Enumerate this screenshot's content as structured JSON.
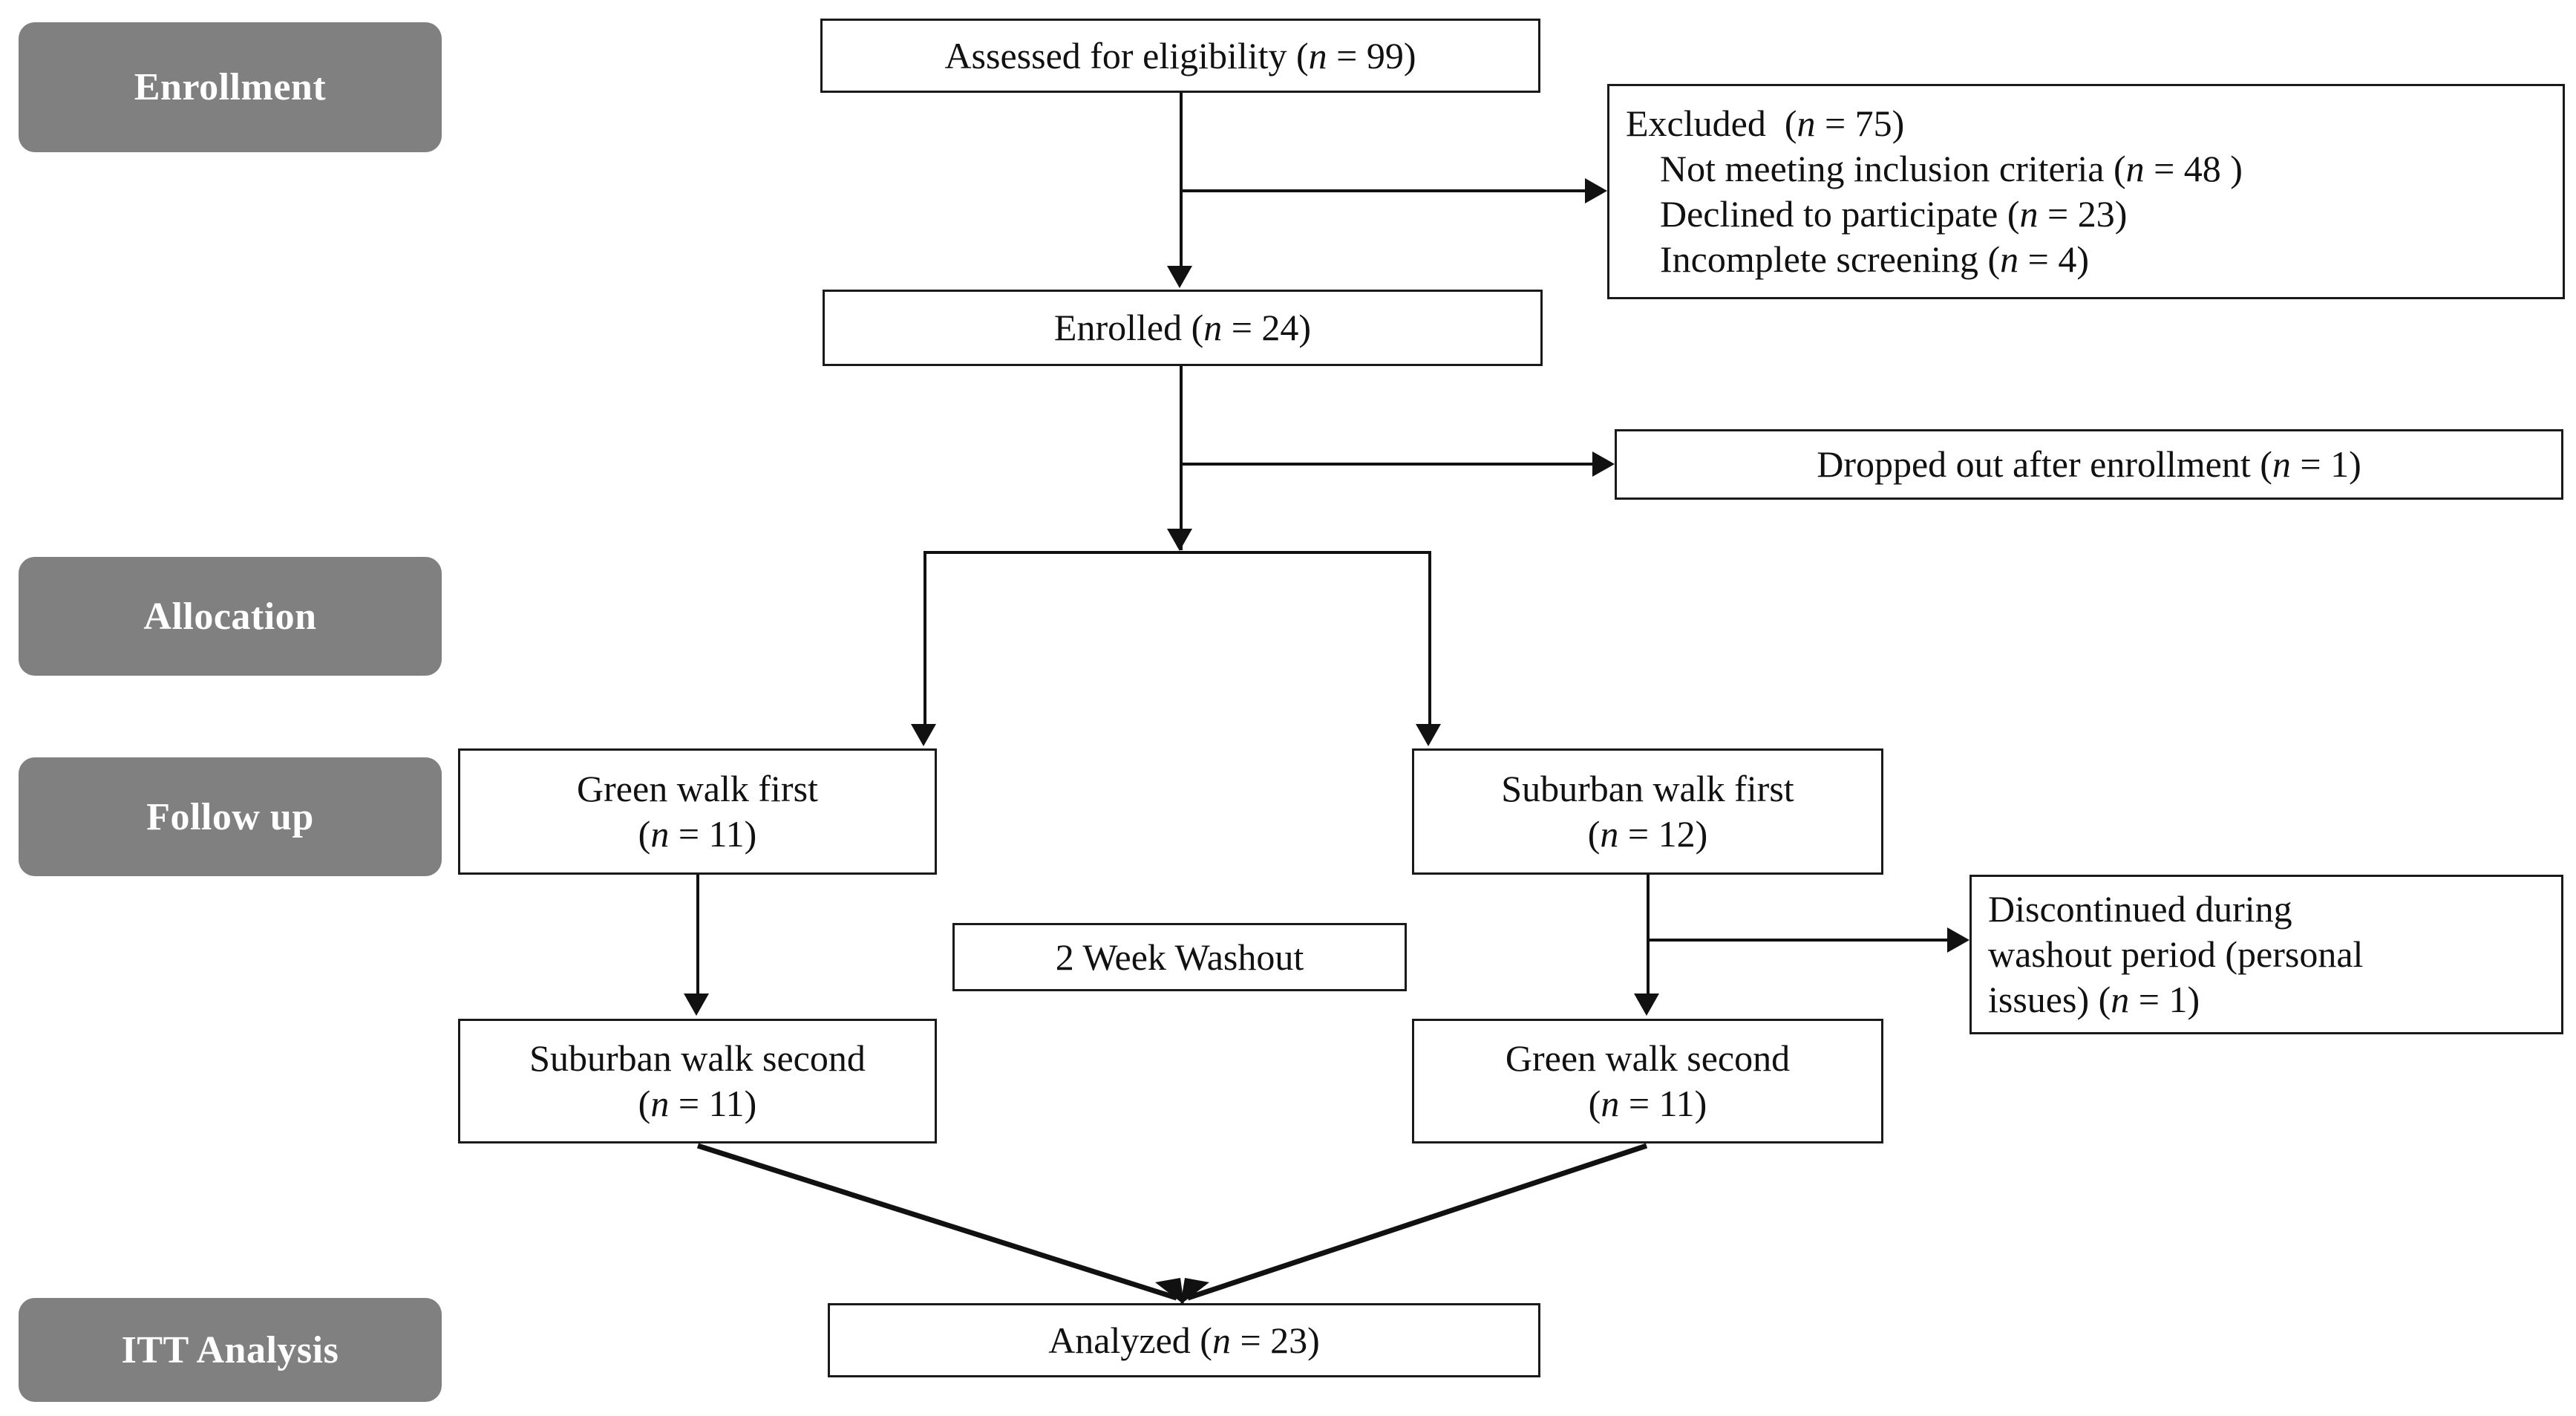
{
  "figure": {
    "type": "consort-flow-diagram",
    "accent_gray": "#808080",
    "line_color": "#111111"
  },
  "stages": [
    {
      "id": "enrollment",
      "label": "Enrollment"
    },
    {
      "id": "allocation",
      "label": "Allocation"
    },
    {
      "id": "followup",
      "label": "Follow up"
    },
    {
      "id": "itt",
      "label": "ITT Analysis"
    }
  ],
  "boxes": {
    "assessed": {
      "text": "Assessed for eligibility",
      "n_prefix": "(",
      "n_label": "n",
      "n_value": " = 99)"
    },
    "excluded": {
      "title": "Excluded",
      "title_n_open": "(",
      "title_n_label": "n",
      "title_n_value": " =  75)",
      "reasons": [
        {
          "text": "Not meeting inclusion criteria",
          "n_open": "(",
          "n_label": "n",
          "n_value": " = 48 )"
        },
        {
          "text": "Declined to participate",
          "n_open": "(",
          "n_label": "n",
          "n_value": " = 23)"
        },
        {
          "text": "Incomplete screening",
          "n_open": "(",
          "n_label": "n",
          "n_value": " = 4)"
        }
      ]
    },
    "enrolled": {
      "text": "Enrolled",
      "n_open": "(",
      "n_label": "n",
      "n_value": " = 24)"
    },
    "dropped": {
      "text": "Dropped out after enrollment",
      "n_open": "(",
      "n_label": "n",
      "n_value": " = 1)"
    },
    "green_first": {
      "line1": "Green walk first",
      "n_open": "(",
      "n_label": "n",
      "n_value": " = 11)"
    },
    "suburban_first": {
      "line1": "Suburban walk first",
      "n_open": "(",
      "n_label": "n",
      "n_value": " = 12)"
    },
    "washout": {
      "text": "2 Week Washout"
    },
    "discontinued": {
      "line1": "Discontinued during",
      "line2": "washout period (personal",
      "line3_pre": "issues) (",
      "n_label": "n",
      "line3_post": " = 1)"
    },
    "suburban_second": {
      "line1": "Suburban walk second",
      "n_open": "(",
      "n_label": "n",
      "n_value": " = 11)"
    },
    "green_second": {
      "line1": "Green walk second",
      "n_open": "(",
      "n_label": "n",
      "n_value": " = 11)"
    },
    "analyzed": {
      "text": "Analyzed",
      "n_open": "(",
      "n_label": "n",
      "n_value": " = 23)"
    }
  }
}
